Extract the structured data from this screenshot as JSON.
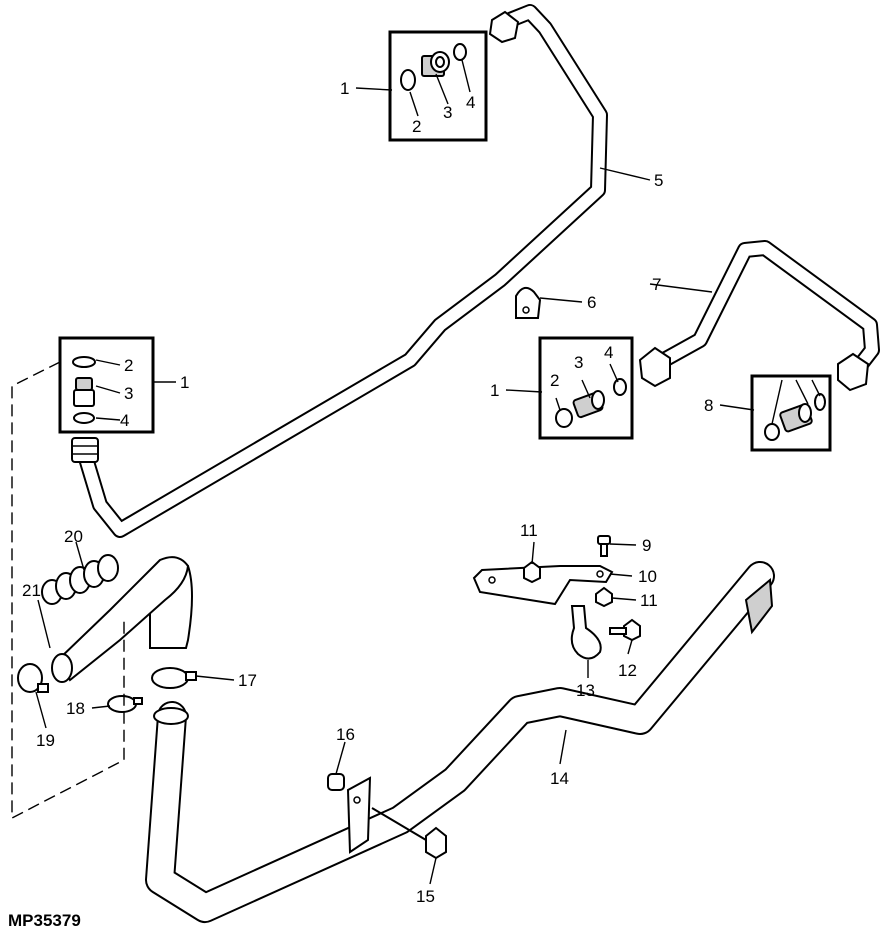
{
  "figure_id": "MP35379",
  "callouts": {
    "c1a": "1",
    "c2a": "2",
    "c3a": "3",
    "c4a": "4",
    "c5": "5",
    "c6": "6",
    "c7": "7",
    "c1b": "1",
    "c2b": "2",
    "c3b": "3",
    "c4b": "4",
    "c8": "8",
    "c1c": "1",
    "c2c": "2",
    "c3c": "3",
    "c4c": "4",
    "c9": "9",
    "c10": "10",
    "c11a": "11",
    "c11b": "11",
    "c12": "12",
    "c13": "13",
    "c14": "14",
    "c15": "15",
    "c16": "16",
    "c17": "17",
    "c18": "18",
    "c19": "19",
    "c20": "20",
    "c21": "21"
  }
}
